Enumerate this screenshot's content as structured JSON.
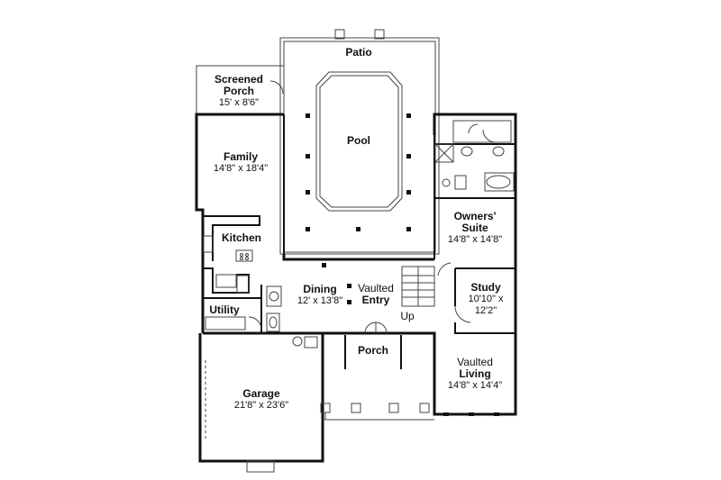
{
  "rooms": {
    "patio": {
      "name": "Patio"
    },
    "screened_porch": {
      "name_line1": "Screened",
      "name_line2": "Porch",
      "dims": "15' x 8'6\""
    },
    "pool": {
      "name": "Pool"
    },
    "family": {
      "name": "Family",
      "dims": "14'8\" x 18'4\""
    },
    "owners_suite": {
      "name_line1": "Owners'",
      "name_line2": "Suite",
      "dims": "14'8\" x 14'8\""
    },
    "kitchen": {
      "name": "Kitchen"
    },
    "dining": {
      "name": "Dining",
      "dims": "12' x 13'8\""
    },
    "entry": {
      "prefix": "Vaulted",
      "name": "Entry"
    },
    "stair": {
      "label": "Up"
    },
    "study": {
      "name": "Study",
      "dims_line1": "10'10\" x",
      "dims_line2": "12'2\""
    },
    "utility": {
      "name": "Utility"
    },
    "porch": {
      "name": "Porch"
    },
    "living": {
      "prefix": "Vaulted",
      "name": "Living",
      "dims": "14'8\" x 14'4\""
    },
    "garage": {
      "name": "Garage",
      "dims": "21'8\" x 23'6\""
    }
  },
  "colors": {
    "wall": "#111111",
    "line": "#444444",
    "background": "#ffffff"
  }
}
